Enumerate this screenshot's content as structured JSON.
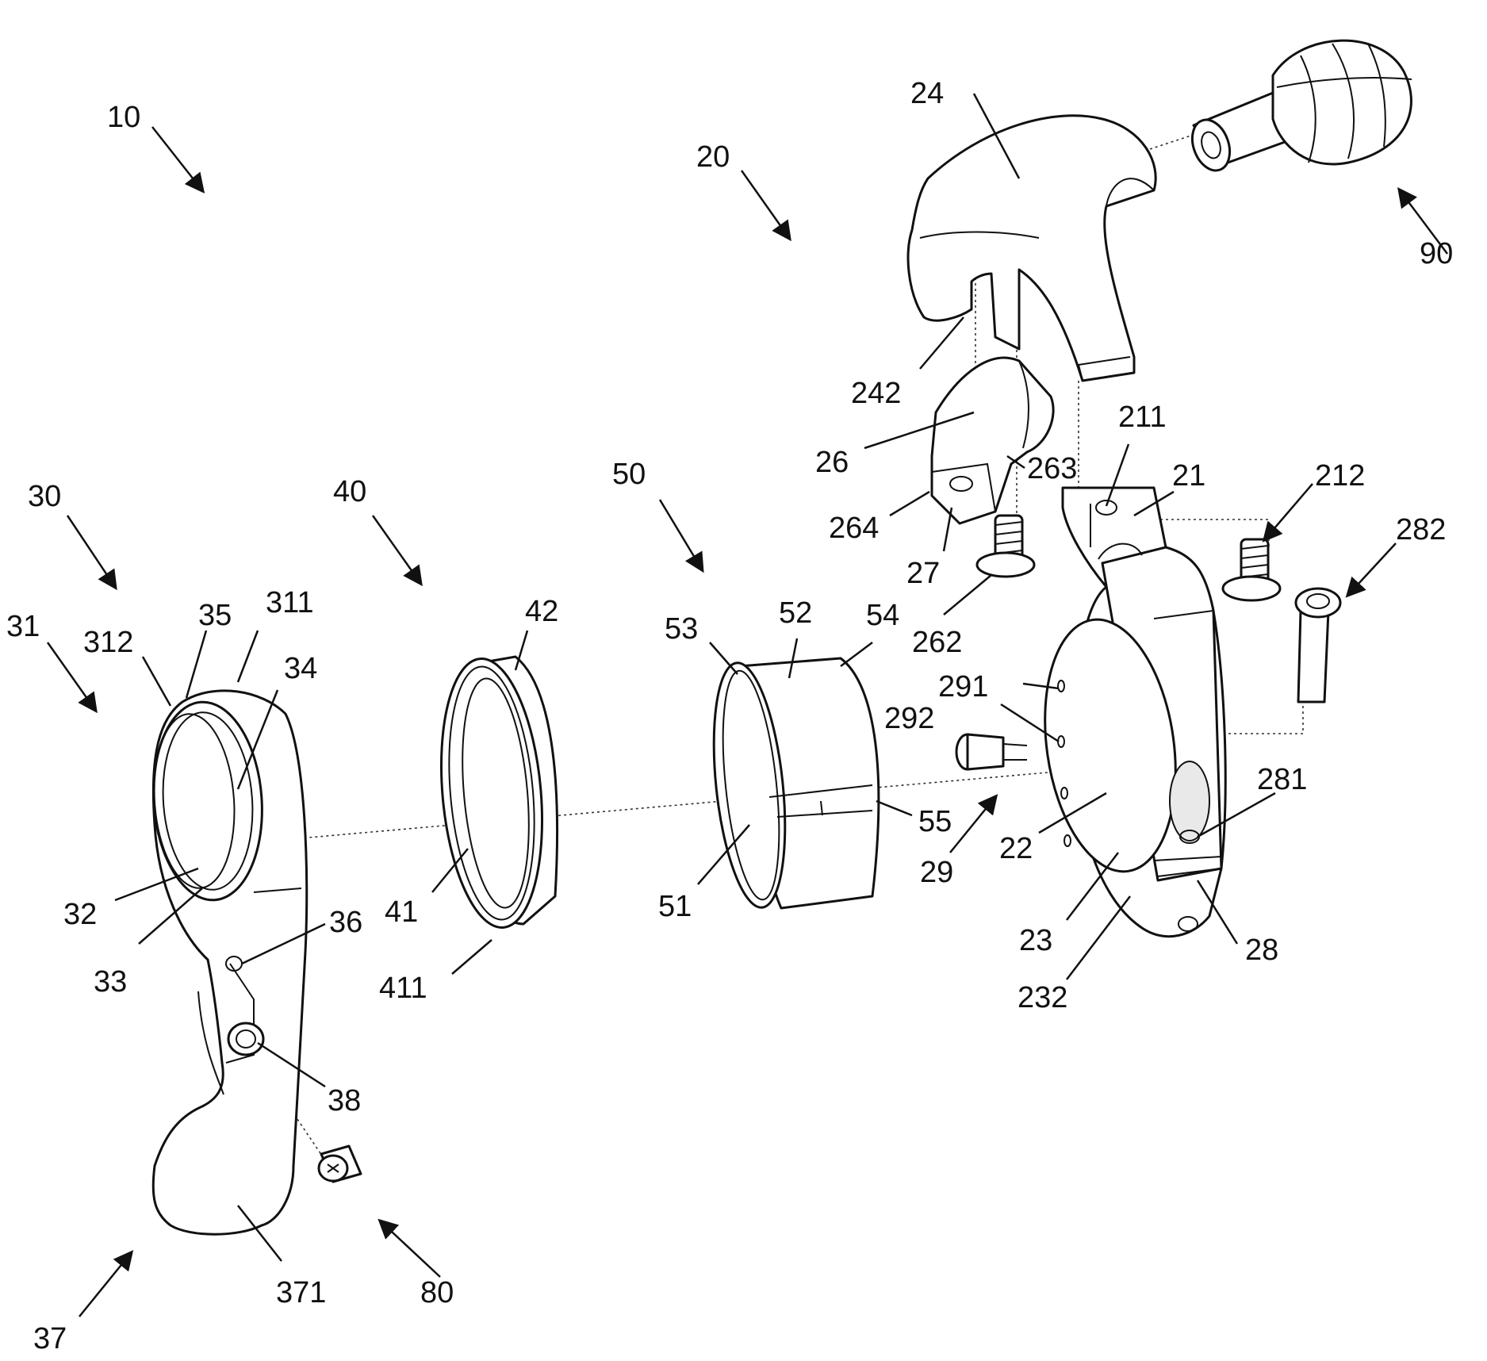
{
  "figure": {
    "labels": {
      "l10": "10",
      "l20": "20",
      "l24": "24",
      "l90": "90",
      "l242": "242",
      "l26": "26",
      "l263": "263",
      "l211": "211",
      "l21": "21",
      "l212": "212",
      "l282": "282",
      "l264": "264",
      "l27": "27",
      "l262": "262",
      "l30": "30",
      "l40": "40",
      "l50": "50",
      "l31": "31",
      "l312": "312",
      "l35": "35",
      "l311": "311",
      "l34": "34",
      "l42": "42",
      "l53": "53",
      "l52": "52",
      "l54": "54",
      "l291": "291",
      "l292": "292",
      "l281": "281",
      "l55": "55",
      "l29": "29",
      "l22": "22",
      "l23": "23",
      "l28": "28",
      "l232": "232",
      "l32": "32",
      "l33": "33",
      "l36": "36",
      "l41": "41",
      "l411": "411",
      "l51": "51",
      "l38": "38",
      "l37": "37",
      "l371": "371",
      "l80": "80"
    }
  }
}
